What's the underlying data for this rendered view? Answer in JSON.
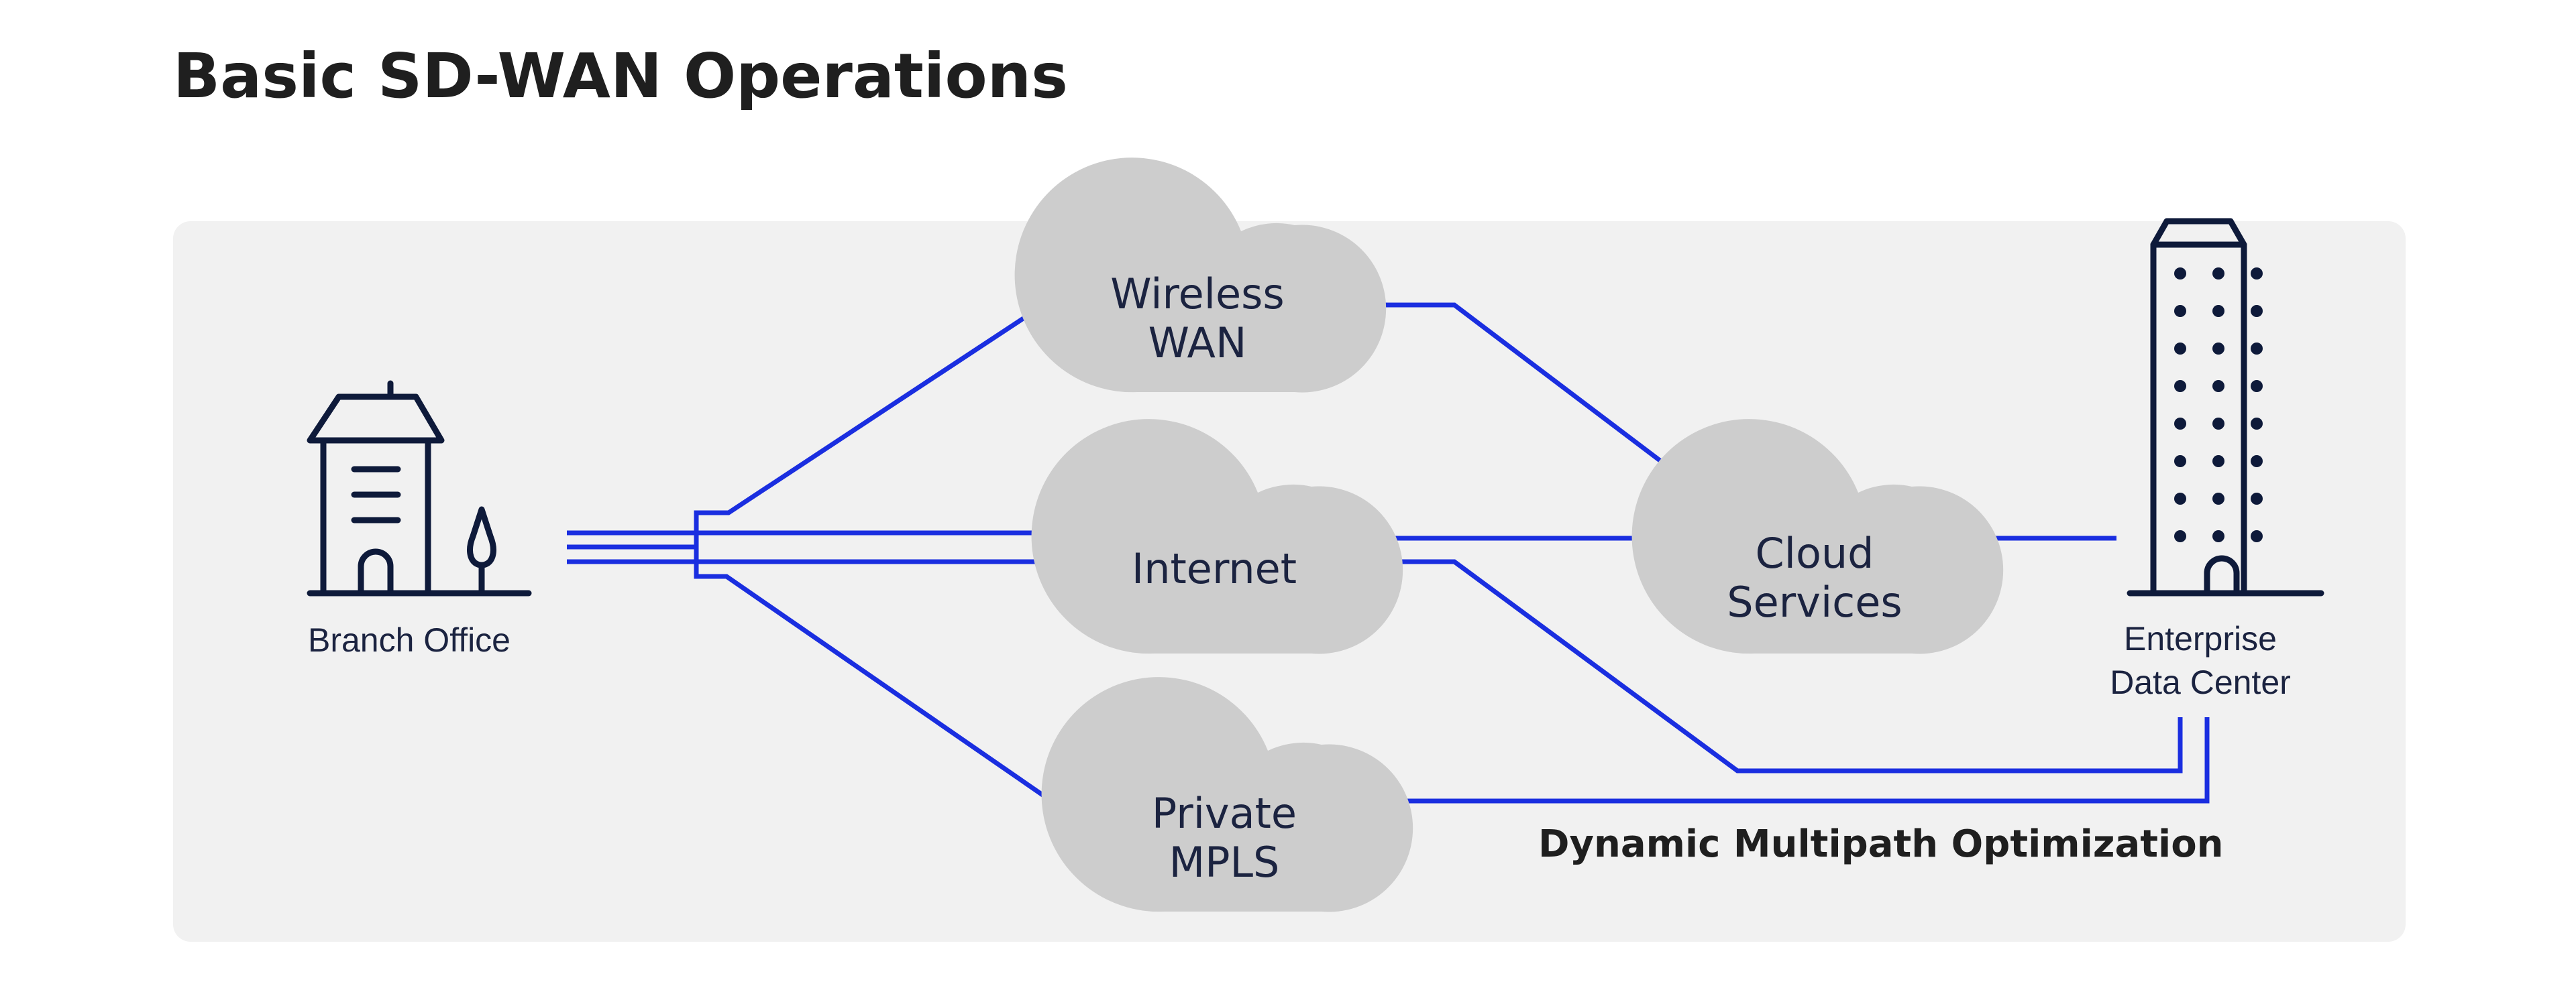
{
  "title": "Basic SD-WAN Operations",
  "nodes": {
    "branch_office": "Branch Office",
    "data_center": [
      "Enterprise",
      "Data Center"
    ]
  },
  "clouds": {
    "wireless_wan": [
      "Wireless",
      "WAN"
    ],
    "internet": [
      "Internet"
    ],
    "private_mpls": [
      "Private",
      "MPLS"
    ],
    "cloud_services": [
      "Cloud",
      "Services"
    ]
  },
  "footer_label": "Dynamic Multipath Optimization",
  "colors": {
    "link": "#1a2ee0",
    "cloud": "#cdcdcd",
    "panel": "#f1f1f1",
    "icon": "#0e1a3a",
    "title": "#1f1f1f"
  }
}
